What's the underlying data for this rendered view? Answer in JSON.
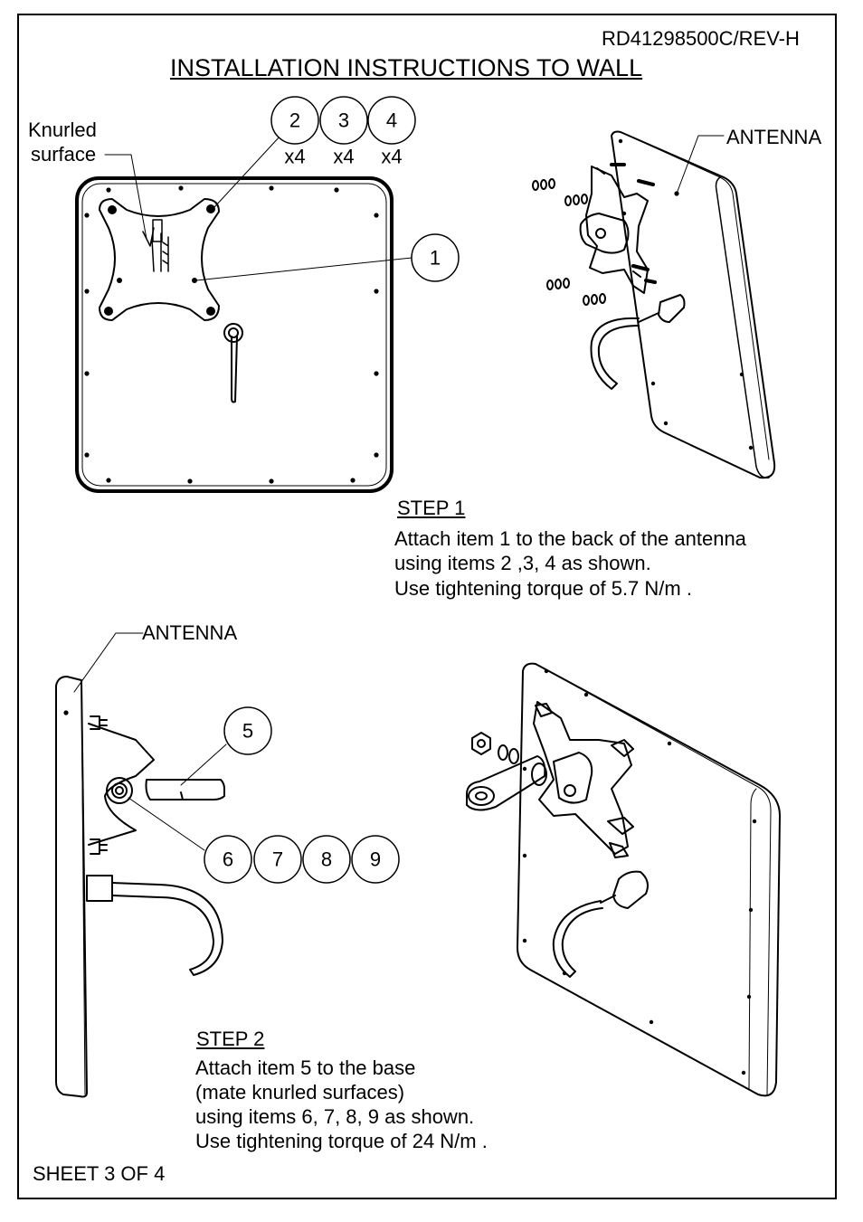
{
  "header": {
    "doc_number": "RD41298500C/REV-H",
    "title": "INSTALLATION INSTRUCTIONS TO WALL"
  },
  "step1": {
    "knurled_label": [
      "Knurled",
      "surface"
    ],
    "antenna_label": "ANTENNA",
    "balloons": [
      {
        "num": "1",
        "qty": ""
      },
      {
        "num": "2",
        "qty": "x4"
      },
      {
        "num": "3",
        "qty": "x4"
      },
      {
        "num": "4",
        "qty": "x4"
      }
    ],
    "heading": "STEP 1",
    "lines": [
      "Attach item 1 to the back of the antenna",
      "using items 2 ,3, 4 as shown.",
      "Use tightening torque of 5.7 N/m ."
    ]
  },
  "step2": {
    "antenna_label": "ANTENNA",
    "balloons": [
      "5",
      "6",
      "7",
      "8",
      "9"
    ],
    "heading": "STEP 2",
    "lines": [
      "Attach item 5 to the base",
      "(mate knurled surfaces)",
      "using items 6, 7, 8, 9 as shown.",
      "Use tightening torque of 24 N/m  ."
    ]
  },
  "footer": {
    "sheet": "SHEET 3 OF 4"
  }
}
